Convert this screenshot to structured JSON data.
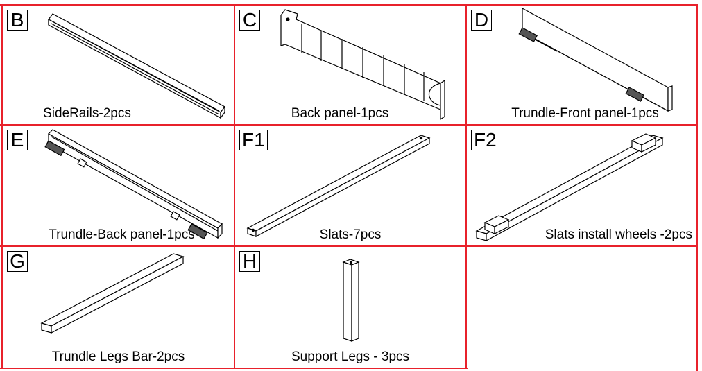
{
  "parts": [
    {
      "letter": "B",
      "caption": "SideRails-2pcs",
      "icon": "side-rail"
    },
    {
      "letter": "C",
      "caption": "Back panel-1pcs",
      "icon": "back-panel"
    },
    {
      "letter": "D",
      "caption": "Trundle-Front panel-1pcs",
      "icon": "trundle-front-panel"
    },
    {
      "letter": "E",
      "caption": "Trundle-Back panel-1pcs",
      "icon": "trundle-back-panel"
    },
    {
      "letter": "F1",
      "caption": "Slats-7pcs",
      "icon": "slat"
    },
    {
      "letter": "F2",
      "caption": "Slats install wheels -2pcs",
      "icon": "slat-with-wheels"
    },
    {
      "letter": "G",
      "caption": "Trundle Legs Bar-2pcs",
      "icon": "legs-bar"
    },
    {
      "letter": "H",
      "caption": "Support Legs - 3pcs",
      "icon": "support-leg"
    }
  ],
  "colors": {
    "grid_line": "#e8212b",
    "ink": "#000000",
    "background": "#ffffff"
  }
}
